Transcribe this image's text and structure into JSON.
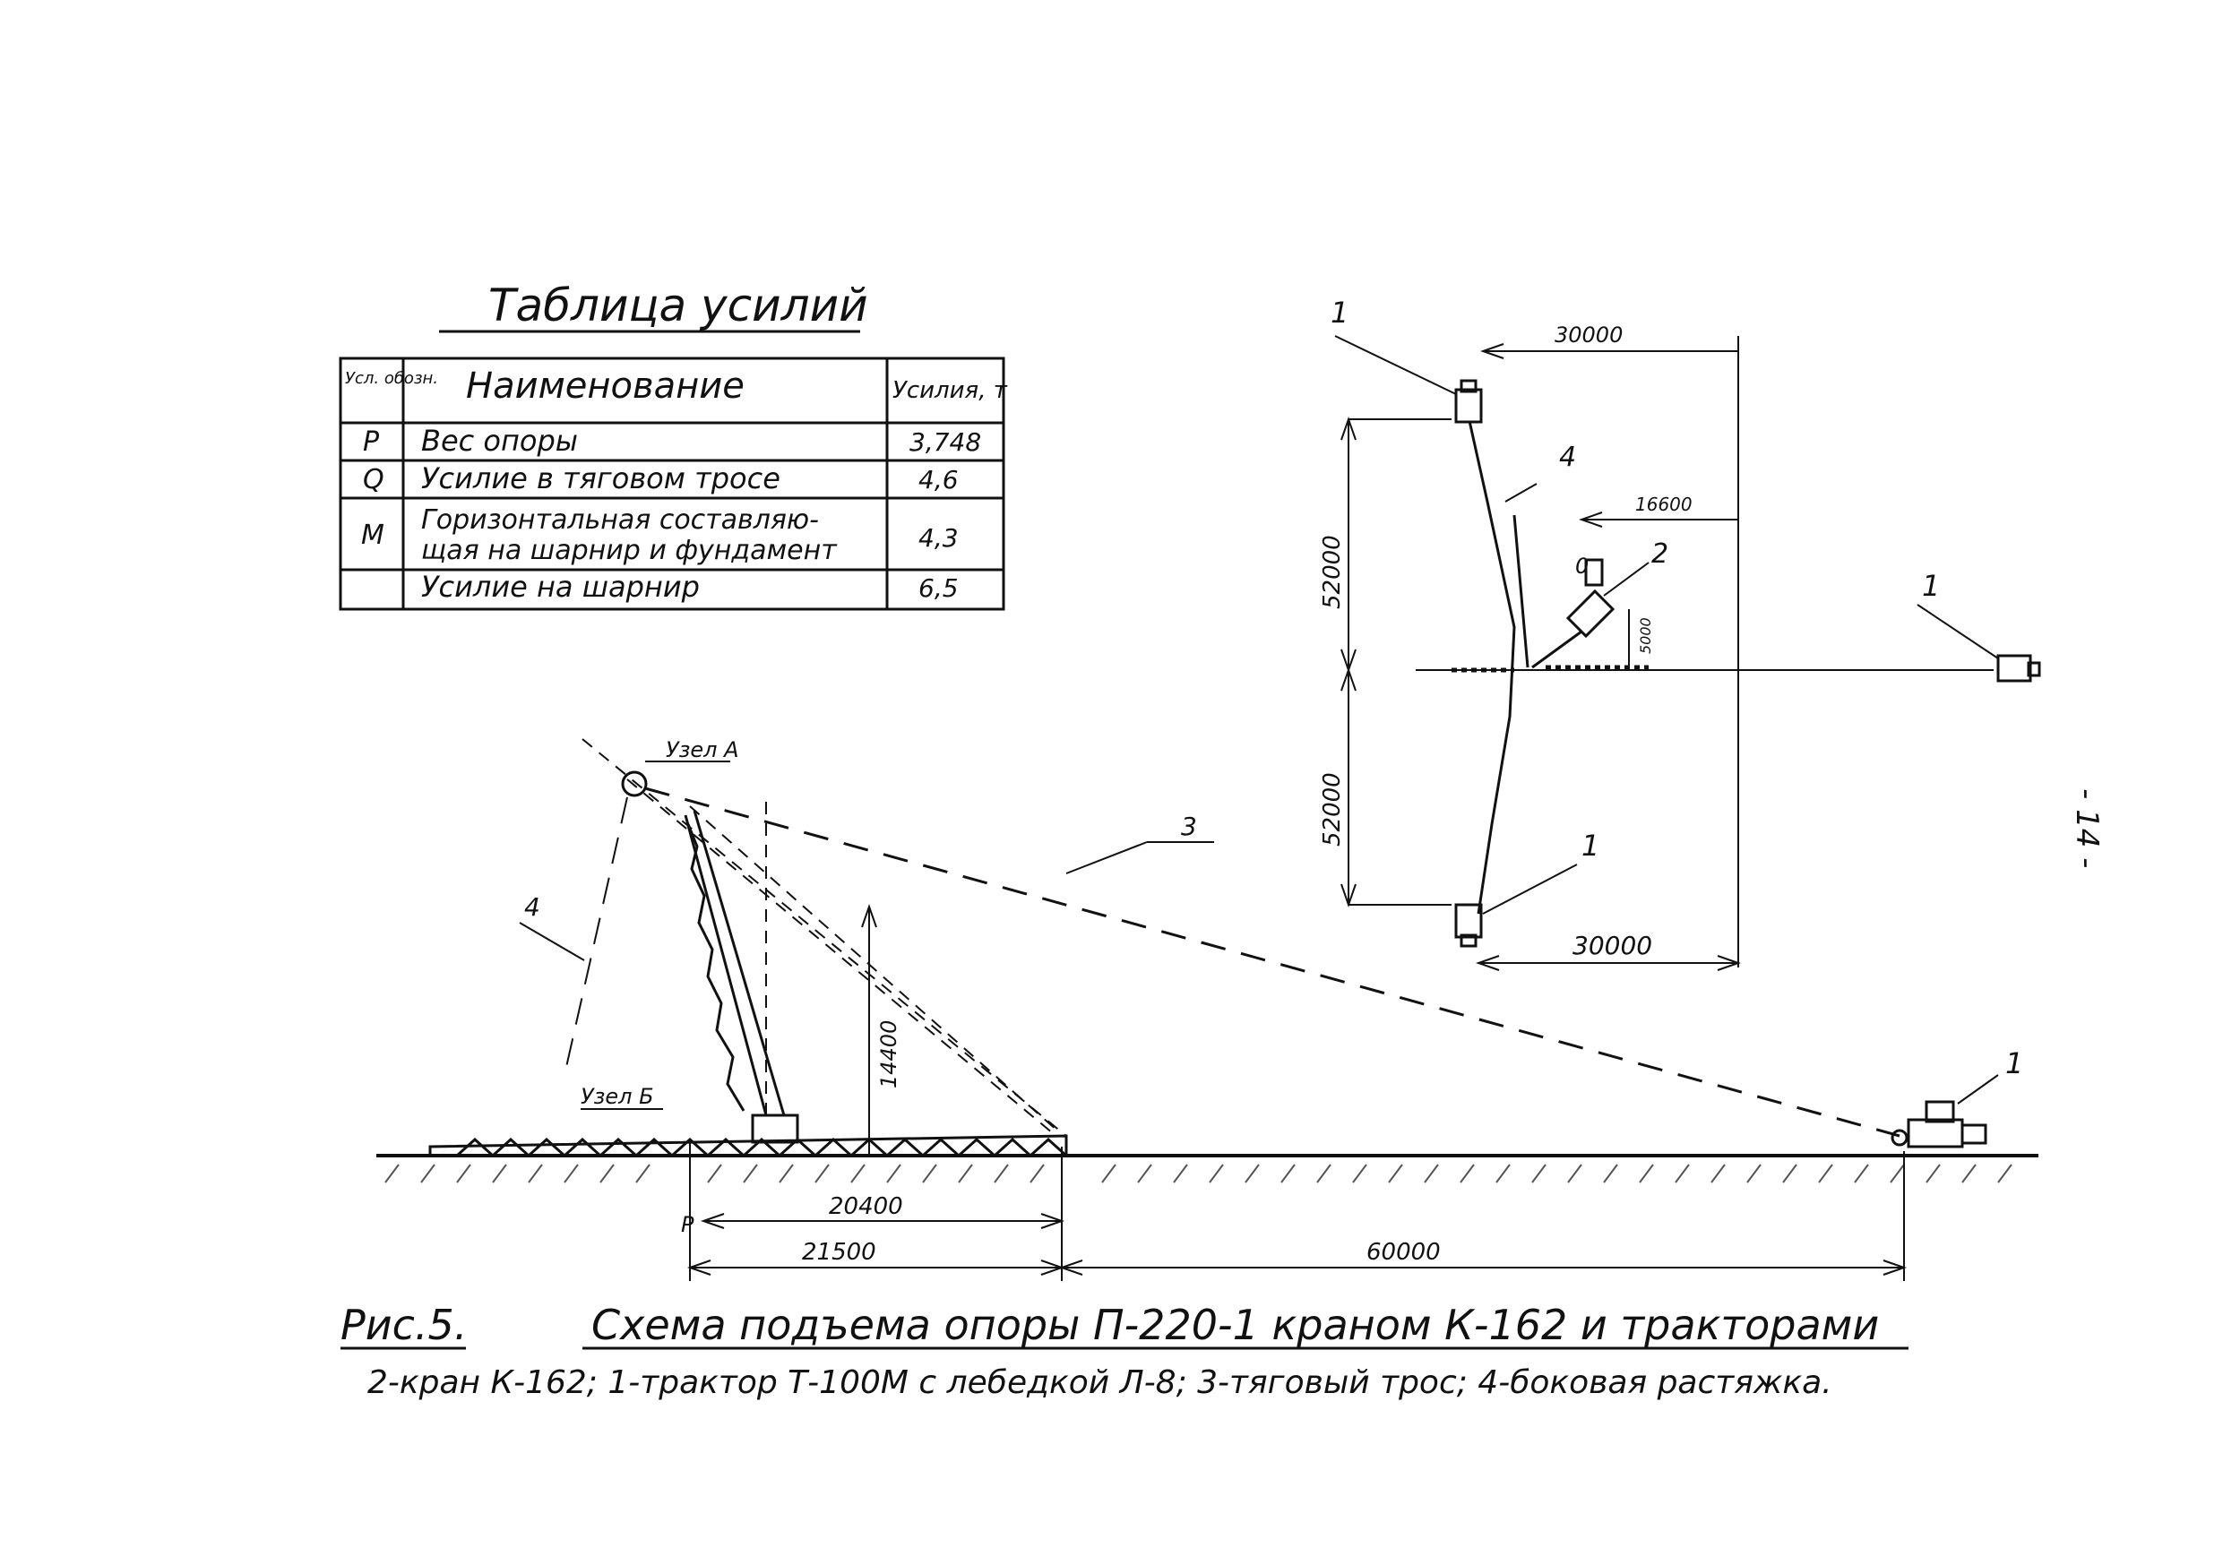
{
  "table": {
    "title": "Таблица усилий",
    "headers": {
      "symbol": "Усл. обозн.",
      "name": "Наименование",
      "force": "Усилия, т"
    },
    "rows": [
      {
        "symbol": "P",
        "name": "Вес опоры",
        "value": "3,748"
      },
      {
        "symbol": "Q",
        "name": "Усилие в тяговом тросе",
        "value": "4,6"
      },
      {
        "symbol": "M",
        "name_line1": "Горизонтальная составляю-",
        "name_line2": "щая на шарнир и фундамент",
        "value": "4,3"
      },
      {
        "symbol": "",
        "name": "Усилие на шарнир",
        "value": "6,5"
      }
    ]
  },
  "side_view": {
    "node_a": "Узел А",
    "node_b": "Узел Б",
    "label_p": "P",
    "dim_height": "14400",
    "dim_20400": "20400",
    "dim_21500": "21500",
    "dim_60000": "60000",
    "callout_3": "3",
    "callout_4": "4",
    "callout_1": "1"
  },
  "plan_view": {
    "dim_top": "30000",
    "dim_bottom": "30000",
    "dim_16600": "16600",
    "dim_52000_top": "52000",
    "dim_52000_bottom": "52000",
    "dim_small": "5000",
    "callout_1_top": "1",
    "callout_1_right": "1",
    "callout_1_bottom": "1",
    "callout_2": "2",
    "callout_4": "4",
    "callout_0": "0"
  },
  "caption": {
    "fig": "Рис.5.",
    "title": "Схема подъема опоры П-220-1 краном К-162 и тракторами",
    "legend": "2-кран К-162;   1-трактор Т-100М с лебедкой Л-8;  3-тяговый трос;  4-боковая растяжка."
  },
  "page_number": "- 14 -"
}
